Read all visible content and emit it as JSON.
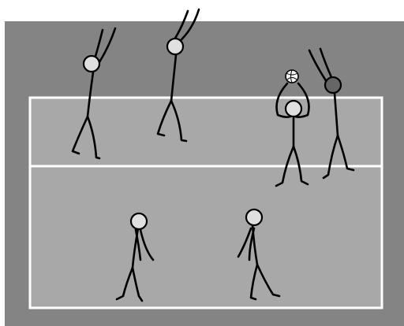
{
  "scene": {
    "colors": {
      "background": "#ffffff",
      "surround": "#848484",
      "court": "#a8a8a8",
      "court_lines": "#ffffff",
      "player_head": "#e0e0e0",
      "opponent_head": "#666666",
      "figure_stroke": "#000000"
    },
    "players": [
      {
        "role": "blocker",
        "team": "home",
        "pose": "arms-raised"
      },
      {
        "role": "blocker",
        "team": "home",
        "pose": "arms-raised"
      },
      {
        "role": "setter",
        "team": "home",
        "pose": "setting-ball"
      },
      {
        "role": "attacker",
        "team": "opponent",
        "pose": "arms-raised"
      },
      {
        "role": "back-court",
        "team": "home",
        "pose": "standing"
      },
      {
        "role": "back-court",
        "team": "home",
        "pose": "standing"
      }
    ],
    "ball": {
      "icon": "volleyball-icon",
      "held_by": "setter"
    }
  }
}
